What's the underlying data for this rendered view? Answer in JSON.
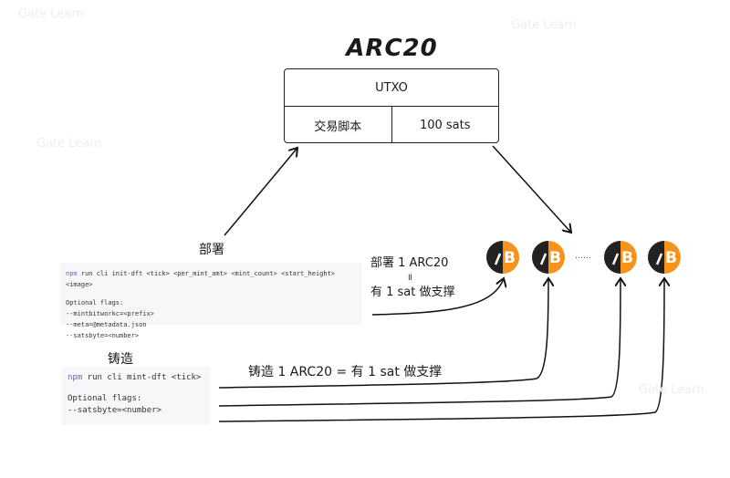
{
  "title": "ARC20",
  "utxo_box": {
    "header": "UTXO",
    "script_cell": "交易脚本",
    "amount_cell": "100 sats"
  },
  "deploy": {
    "label": "部署",
    "code": {
      "cmd_prefix": "npm",
      "cmd_rest": " run cli init-dft <tick> <per_mint_amt> <mint_count> <start_height> <image>",
      "flags_title": "Optional flags:",
      "flags": [
        "--mintbitworkc=<prefix>",
        "--meta=@metadata.json",
        "--satsbyte=<number>"
      ]
    },
    "note_line1": "部署 1 ARC20",
    "note_eq": "॥",
    "note_line2": "有 1 sat 做支撑"
  },
  "mint": {
    "label": "铸造",
    "code": {
      "cmd_prefix": "npm",
      "cmd_rest": " run cli mint-dft <tick>",
      "flags_title": "Optional flags:",
      "flags": [
        "--satsbyte=<number>"
      ]
    },
    "note": "铸造 1 ARC20 = 有 1 sat 做支撑"
  },
  "ellipsis": "……",
  "watermark": "Gate Learn",
  "colors": {
    "coin_orange": "#f7931a",
    "coin_dark": "#222222"
  }
}
